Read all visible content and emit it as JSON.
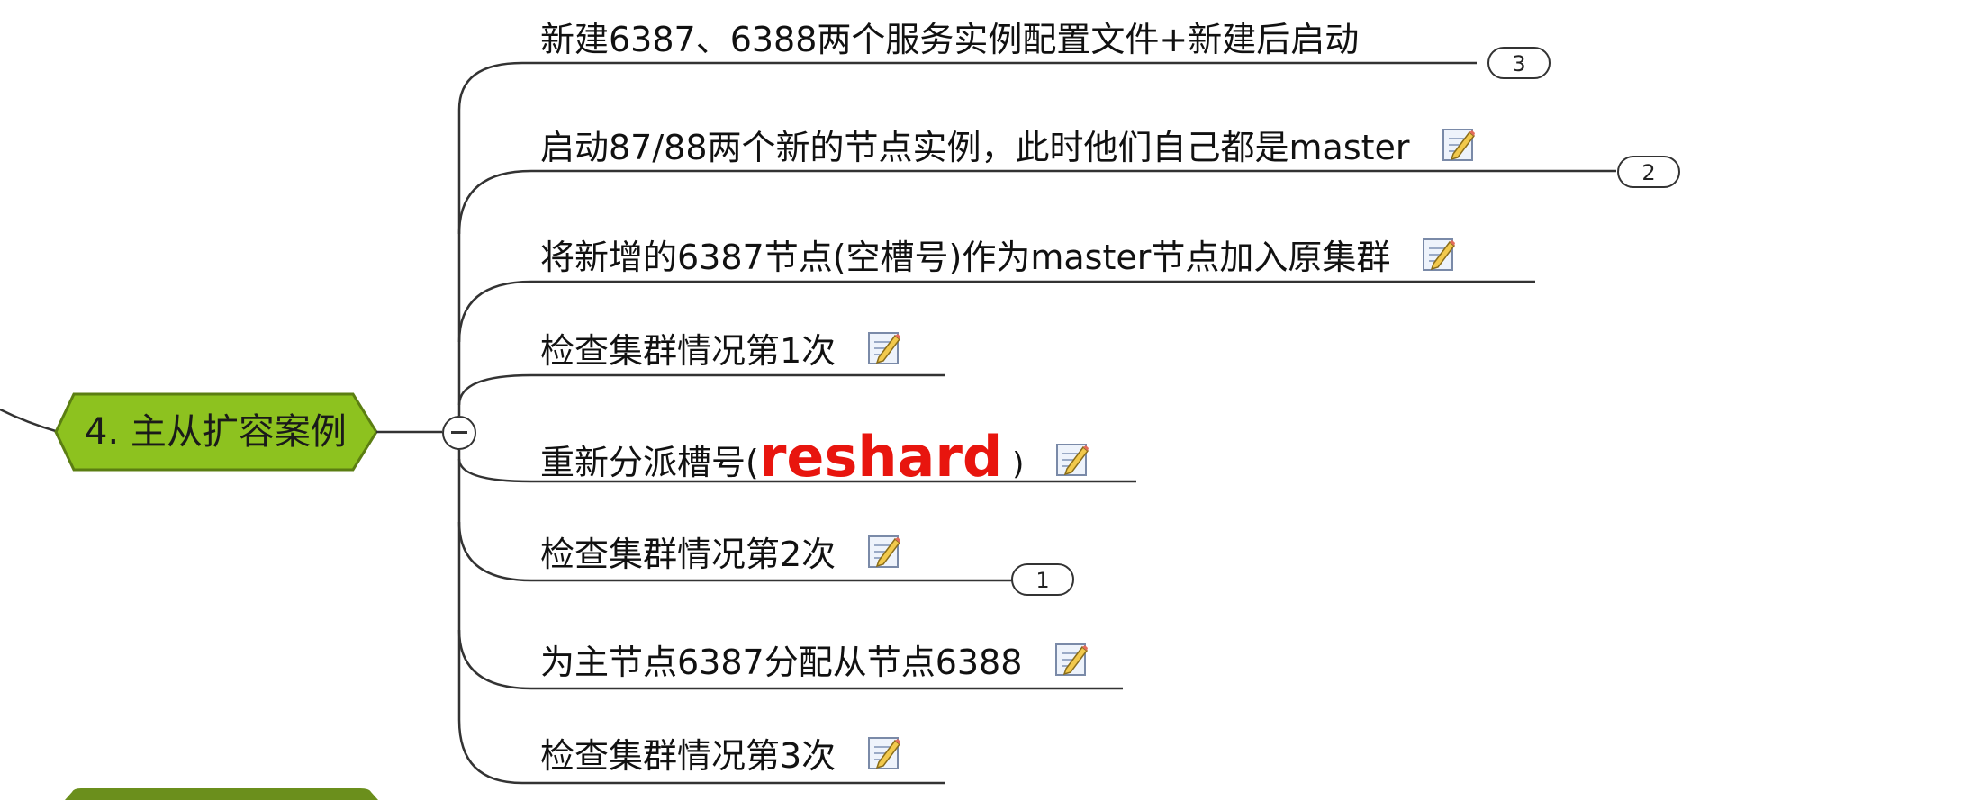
{
  "central_topic": {
    "label": "4. 主从扩容案例",
    "fill": "#8dc21f",
    "border": "#5b7e12"
  },
  "branches": [
    {
      "label": "新建6387、6388两个服务实例配置文件+新建后启动",
      "has_note": false
    },
    {
      "label": "启动87/88两个新的节点实例，此时他们自己都是master",
      "has_note": true
    },
    {
      "label": "将新增的6387节点(空槽号)作为master节点加入原集群",
      "has_note": true
    },
    {
      "label": "检查集群情况第1次",
      "has_note": true
    },
    {
      "label_prefix": "重新分派槽号(",
      "label_highlight": "reshard",
      "label_suffix": " )",
      "has_note": true
    },
    {
      "label": "检查集群情况第2次",
      "has_note": true
    },
    {
      "label": "为主节点6387分配从节点6388",
      "has_note": true
    },
    {
      "label": "检查集群情况第3次",
      "has_note": true
    }
  ],
  "badges": {
    "b3": "3",
    "b2": "2",
    "b1": "1"
  },
  "colors": {
    "highlight": "#e8150e",
    "line": "#333333"
  }
}
